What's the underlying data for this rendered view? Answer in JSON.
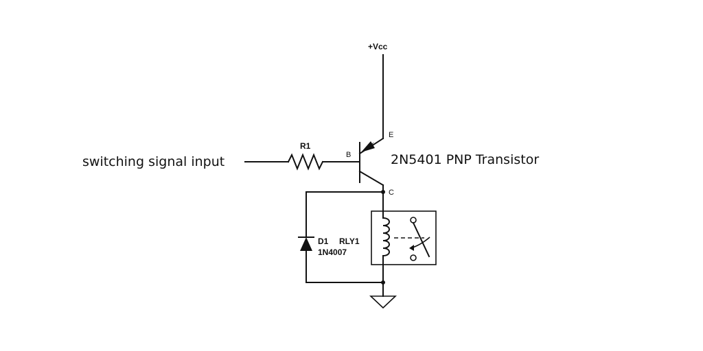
{
  "labels": {
    "vcc": "+Vcc",
    "input": "switching signal input",
    "resistor": "R1",
    "base_pin": "B",
    "emitter_pin": "E",
    "collector_pin": "C",
    "transistor": "2N5401 PNP Transistor",
    "diode_ref": "D1",
    "diode_part": "1N4007",
    "relay_ref": "RLY1"
  },
  "colors": {
    "ink": "#111111",
    "background": "#ffffff"
  }
}
